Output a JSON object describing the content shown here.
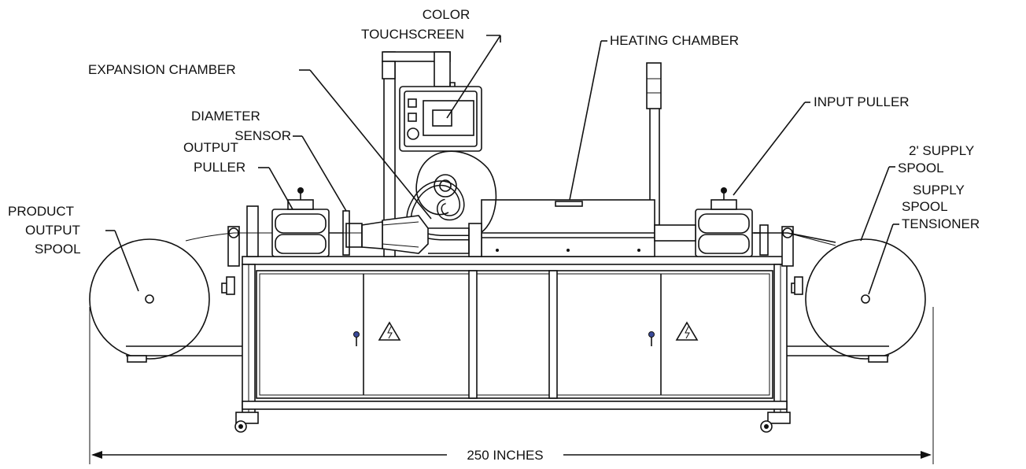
{
  "labels": {
    "color_touchscreen": [
      "COLOR",
      "TOUCHSCREEN"
    ],
    "heating_chamber": "HEATING CHAMBER",
    "expansion_chamber": "EXPANSION CHAMBER",
    "diameter_sensor": [
      "DIAMETER",
      "SENSOR"
    ],
    "output_puller": [
      "OUTPUT",
      "PULLER"
    ],
    "input_puller": "INPUT PULLER",
    "supply_spool": [
      "2' SUPPLY",
      "SPOOL"
    ],
    "supply_spool_tensioner": [
      "SUPPLY",
      "SPOOL",
      "TENSIONER"
    ],
    "product_output_spool": [
      "PRODUCT",
      "OUTPUT",
      "SPOOL"
    ],
    "dimension": "250 INCHES"
  },
  "colors": {
    "line": "#111111",
    "background": "#ffffff",
    "indicator": "#3a4a9a"
  }
}
